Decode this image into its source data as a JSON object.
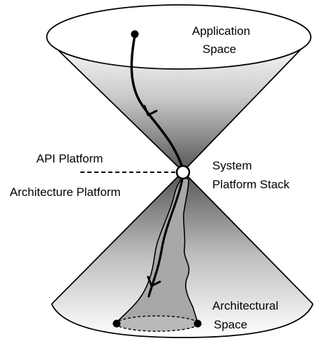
{
  "labels": {
    "application_space": [
      "Application",
      "Space"
    ],
    "api_platform": "API Platform",
    "architecture_platform": "Architecture Platform",
    "system_platform_stack": [
      "System",
      "Platform Stack"
    ],
    "architectural_space": [
      "Architectural",
      "Space"
    ]
  },
  "colors": {
    "stroke": "#000000",
    "cone_top_light": "#ffffff",
    "cone_top_dark": "#6e6e6e",
    "cone_bottom_dark": "#6e6e6e",
    "cone_bottom_light": "#ffffff",
    "region_fill": "#a6a6a6"
  }
}
